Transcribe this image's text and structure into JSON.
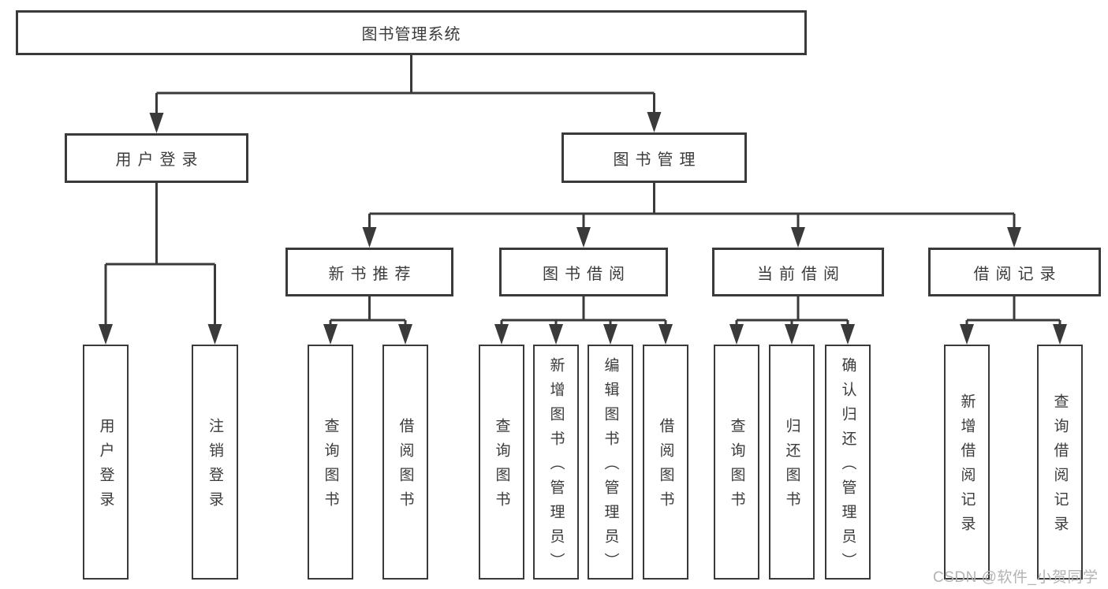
{
  "tree": {
    "root": "图书管理系统",
    "children": [
      {
        "label": "用户登录",
        "children": [
          {
            "label": "用户登录"
          },
          {
            "label": "注销登录"
          }
        ]
      },
      {
        "label": "图书管理",
        "children": [
          {
            "label": "新书推荐",
            "children": [
              {
                "label": "查询图书"
              },
              {
                "label": "借阅图书"
              }
            ]
          },
          {
            "label": "图书借阅",
            "children": [
              {
                "label": "查询图书"
              },
              {
                "label": "新增图书（管理员）"
              },
              {
                "label": "编辑图书（管理员）"
              },
              {
                "label": "借阅图书"
              }
            ]
          },
          {
            "label": "当前借阅",
            "children": [
              {
                "label": "查询图书"
              },
              {
                "label": "归还图书"
              },
              {
                "label": "确认归还（管理员）"
              }
            ]
          },
          {
            "label": "借阅记录",
            "children": [
              {
                "label": "新增借阅记录"
              },
              {
                "label": "查询借阅记录"
              }
            ]
          }
        ]
      }
    ]
  },
  "watermark": {
    "text": "CSDN @软件_小贺同学"
  },
  "colors": {
    "line": "#3a3a3a",
    "text": "#3b3b3b",
    "watermark": "#b3b3b3",
    "background": "#ffffff"
  }
}
